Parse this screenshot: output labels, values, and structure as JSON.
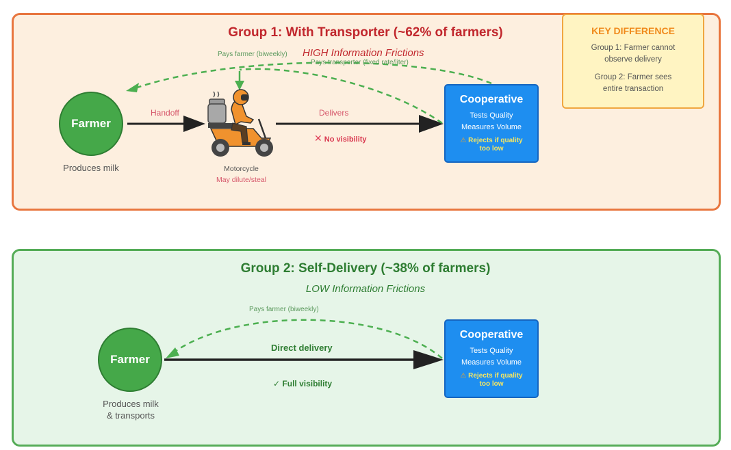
{
  "group1": {
    "title": "Group 1: With Transporter (~62% of farmers)",
    "subtitle": "HIGH Information Frictions",
    "pays_farmer": "Pays farmer (biweekly)",
    "pays_transporter": "Pays transporter (fixed rate/liter)",
    "farmer": {
      "label": "Farmer",
      "caption": "Produces milk"
    },
    "handoff_label": "Handoff",
    "transporter": {
      "icon": "motorcycle-icon",
      "caption": "Motorcycle",
      "note": "May dilute/steal"
    },
    "delivers_label": "Delivers",
    "visibility": {
      "icon": "cross-icon",
      "symbol": "✕",
      "text": "No visibility"
    },
    "cooperative": {
      "title": "Cooperative",
      "lines": [
        "Tests Quality",
        "Measures Volume"
      ],
      "warning_icon": "⚠",
      "warning": [
        "Rejects if quality",
        "too low"
      ]
    }
  },
  "key_difference": {
    "title": "KEY DIFFERENCE",
    "items": [
      [
        "Group 1: Farmer cannot",
        "observe delivery"
      ],
      [
        "Group 2: Farmer sees",
        "entire transaction"
      ]
    ]
  },
  "group2": {
    "title": "Group 2: Self-Delivery (~38% of farmers)",
    "subtitle": "LOW Information Frictions",
    "pays_farmer": "Pays farmer (biweekly)",
    "farmer": {
      "label": "Farmer",
      "caption": [
        "Produces milk",
        "& transports"
      ]
    },
    "direct_label": "Direct delivery",
    "visibility": {
      "icon": "check-icon",
      "symbol": "✓",
      "text": "Full visibility"
    },
    "cooperative": {
      "title": "Cooperative",
      "lines": [
        "Tests Quality",
        "Measures Volume"
      ],
      "warning_icon": "⚠",
      "warning": [
        "Rejects if quality",
        "too low"
      ]
    }
  },
  "colors": {
    "group1_border": "#e8763f",
    "group1_bg": "#fdefdf",
    "group2_border": "#55ac57",
    "group2_bg": "#e6f5e8",
    "cooperative": "#1e8ef0",
    "farmer": "#45a849",
    "payment_dashed": "#4caf50"
  }
}
